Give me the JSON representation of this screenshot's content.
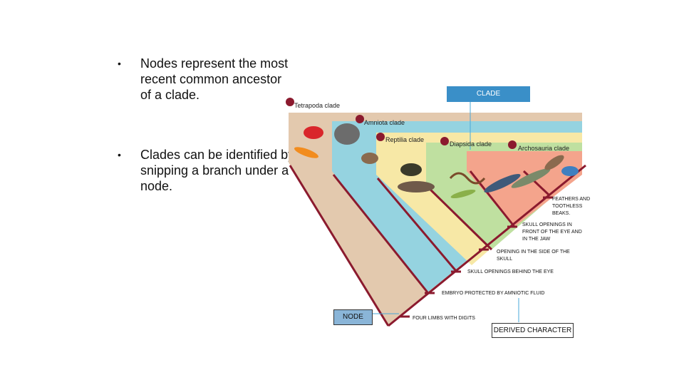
{
  "bullets": [
    {
      "marker": "•",
      "text": "Nodes represent the most recent common ancestor of a clade."
    },
    {
      "marker": "•",
      "text": "Clades can be identified by snipping a branch under a node."
    }
  ],
  "diagram": {
    "clade_box": "CLADE",
    "node_box": "NODE",
    "derived_box": "DERIVED CHARACTER",
    "clades": {
      "tetrapoda": "Tetrapoda clade",
      "amniota": "Amniota clade",
      "reptilia": "Reptilia clade",
      "diapsida": "Diapsida clade",
      "archosauria": "Archosauria clade"
    },
    "characters": {
      "feathers_1": "FEATHERS AND",
      "feathers_2": "TOOTHLESS",
      "feathers_3": "BEAKS.",
      "skull_front_1": "SKULL OPENINGS IN",
      "skull_front_2": "FRONT OF THE EYE AND",
      "skull_front_3": "IN THE JAW",
      "side_1": "OPENING IN THE SIDE OF THE",
      "side_2": "SKULL",
      "behind_eye": "SKULL OPENINGS BEHIND THE EYE",
      "embryo": "EMBRYO PROTECTED BY AMNIOTIC FLUID",
      "limbs": "FOUR LIMBS WITH DIGITS"
    },
    "colors": {
      "tetrapoda_band": "#e3c9ae",
      "amniota_band": "#95d3e0",
      "reptilia_band": "#f7e8a6",
      "diapsida_band": "#bfe0a0",
      "archosauria_band": "#f4a48c",
      "branch": "#8b1a2e",
      "node_dot": "#8b1a2e",
      "clade_box": "#3a8fc8",
      "node_box": "#8ab5d8"
    }
  }
}
